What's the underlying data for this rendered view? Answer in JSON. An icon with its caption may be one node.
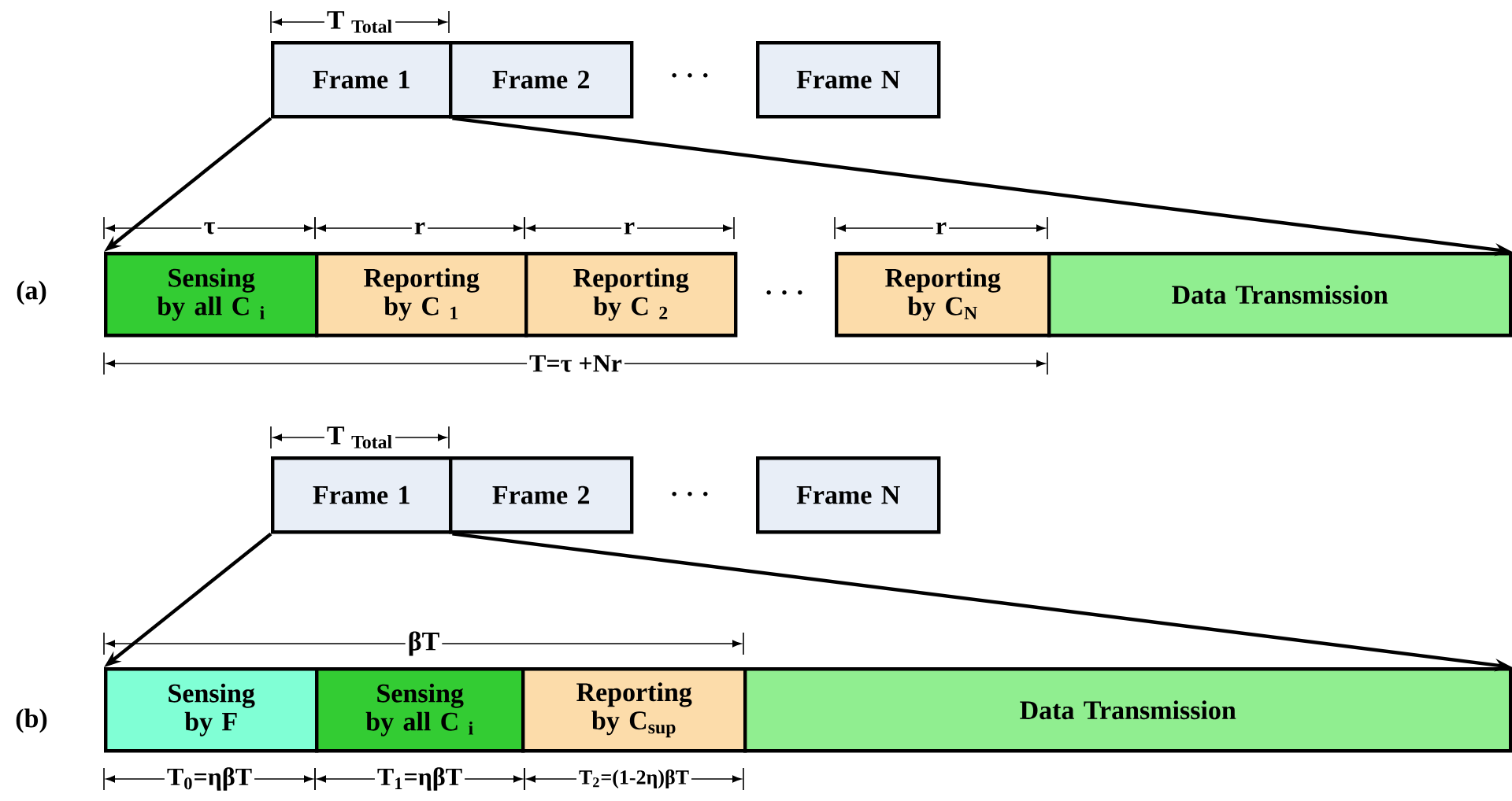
{
  "diagram": {
    "nodes": [
      {
        "text": [
          "Frame 1"
        ]
      },
      {
        "text": [
          "Frame 2"
        ]
      },
      {
        "text": [
          "Frame N"
        ]
      },
      {
        "text": [
          "Sensing by all C $_{i}$"
        ]
      },
      {
        "text": [
          "Reporting by C $_{1}$"
        ]
      },
      {
        "text": [
          "Reporting by C $_{2}$"
        ]
      },
      {
        "text": [
          "Reporting by C$_{N}$"
        ]
      },
      {
        "text": [
          "Data Transmission"
        ]
      },
      {
        "text": [
          "Frame 1"
        ]
      },
      {
        "text": [
          "Frame 2"
        ]
      },
      {
        "text": [
          "Frame N"
        ]
      },
      {
        "text": [
          "Sensing by F"
        ]
      },
      {
        "text": [
          "Sensing by all C $_{i}$"
        ]
      },
      {
        "text": [
          "Reporting by C$_{sup}$"
        ]
      },
      {
        "text": [
          "Data Transmission"
        ]
      }
    ],
    "edges": [
      {
        "from": 0,
        "to": 3,
        "arrow": "to"
      },
      {
        "from": 0,
        "to": 7,
        "arrow": "to"
      },
      {
        "from": 8,
        "to": 11,
        "arrow": "to"
      },
      {
        "from": 8,
        "to": 14,
        "arrow": "to"
      }
    ],
    "labels": [
      "T $_{Total}$",
      "· · ·",
      "τ",
      "r",
      "r",
      "r",
      "(a)",
      "· · ·",
      "T=τ +Nr",
      "T $_{Total}$",
      "· · ·",
      "βT",
      "(b)",
      "T$_{0}$=ηβT",
      "T$_{1}$=ηβT",
      "T$_{2}$=(1-2η)βT"
    ]
  }
}
